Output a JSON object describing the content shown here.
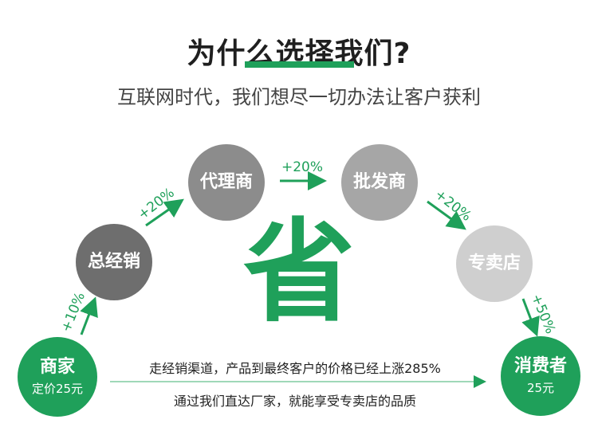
{
  "title": "为什么选择我们?",
  "subtitle": "互联网时代，我们想尽一切办法让客户获利",
  "center_char": "省",
  "nodes": {
    "merchant": {
      "label": "商家",
      "price": "定价25元"
    },
    "general_distributor": {
      "label": "总经销"
    },
    "agent": {
      "label": "代理商"
    },
    "wholesaler": {
      "label": "批发商"
    },
    "retail_store": {
      "label": "专卖店"
    },
    "consumer": {
      "label": "消费者",
      "price": "25元"
    }
  },
  "markups": {
    "merchant_to_distributor": "+10%",
    "distributor_to_agent": "+20%",
    "agent_to_wholesaler": "+20%",
    "wholesaler_to_store": "+20%",
    "store_to_consumer": "+50%"
  },
  "notes": {
    "traditional": "走经销渠道，产品到最终客户的价格已经上涨285%",
    "direct": "通过我们直达厂家，就能享受专卖店的品质"
  },
  "colors": {
    "accent_green": "#1fa05a",
    "dark_gray": "#6e6e6e",
    "mid_gray": "#8c8c8c",
    "light_gray": "#cfcfcf"
  }
}
